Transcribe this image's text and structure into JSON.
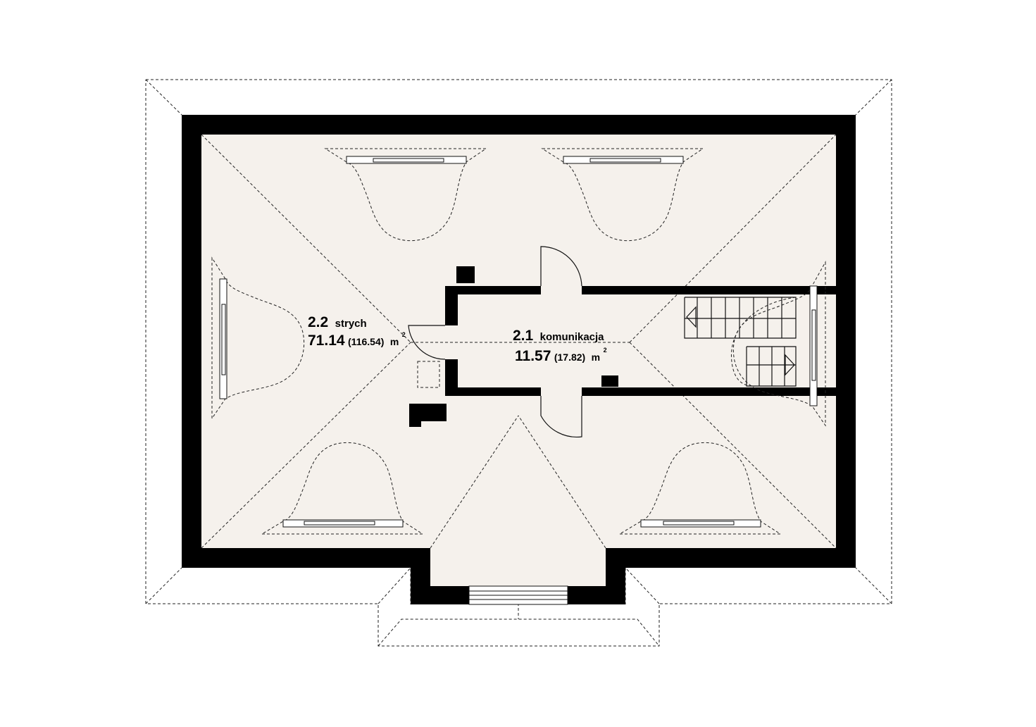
{
  "rooms": [
    {
      "number": "2.2",
      "name": "strych",
      "area": "71.14",
      "area_total": "(116.54)",
      "unit": "m",
      "unit_sup": "2"
    },
    {
      "number": "2.1",
      "name": "komunikacja",
      "area": "11.57",
      "area_total": "(17.82)",
      "unit": "m",
      "unit_sup": "2"
    }
  ],
  "colors": {
    "wall": "#000000",
    "floor": "#f5f1ec",
    "dashed_line": "#222222"
  }
}
